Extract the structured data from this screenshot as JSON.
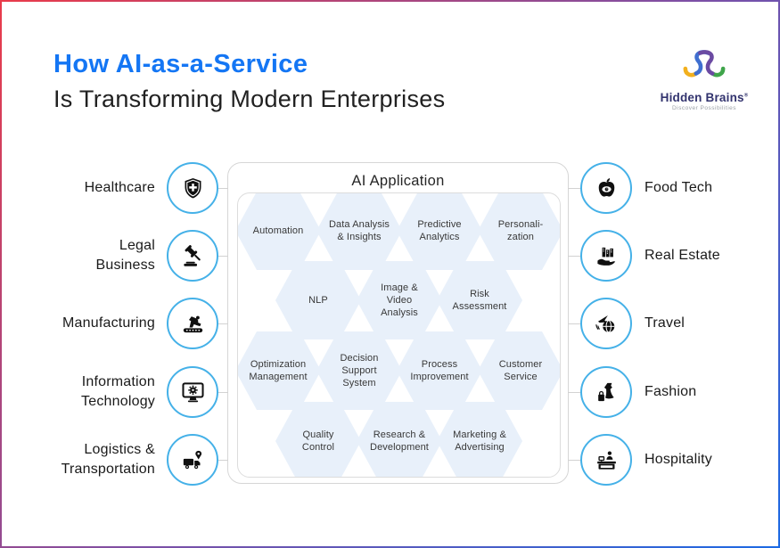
{
  "header": {
    "title_line1": "How AI-as-a-Service",
    "title_line2": "Is Transforming Modern Enterprises"
  },
  "logo": {
    "name": "Hidden Brains",
    "registered_mark": "®",
    "tagline": "Discover Possibilities"
  },
  "diagram": {
    "center_title": "AI Application",
    "hexagons": [
      "Automation",
      "Data Analysis\n& Insights",
      "Predictive\nAnalytics",
      "Personali-\nzation",
      "NLP",
      "Image &\nVideo\nAnalysis",
      "Risk\nAssessment",
      "Optimization\nManagement",
      "Decision\nSupport\nSystem",
      "Process\nImprovement",
      "Customer\nService",
      "Quality\nControl",
      "Research &\nDevelopment",
      "Marketing &\nAdvertising"
    ],
    "left_industries": [
      {
        "label": "Healthcare",
        "icon": "shield-cross-icon"
      },
      {
        "label": "Legal\nBusiness",
        "icon": "gavel-icon"
      },
      {
        "label": "Manufacturing",
        "icon": "robot-arm-icon"
      },
      {
        "label": "Information\nTechnology",
        "icon": "monitor-gear-icon"
      },
      {
        "label": "Logistics &\nTransportation",
        "icon": "truck-pin-icon"
      }
    ],
    "right_industries": [
      {
        "label": "Food Tech",
        "icon": "apple-eye-icon"
      },
      {
        "label": "Real Estate",
        "icon": "hand-buildings-icon"
      },
      {
        "label": "Travel",
        "icon": "plane-globe-icon"
      },
      {
        "label": "Fashion",
        "icon": "dress-bag-icon"
      },
      {
        "label": "Hospitality",
        "icon": "reception-desk-icon"
      }
    ]
  },
  "colors": {
    "title_accent": "#1476f4",
    "heading_text": "#212121",
    "hexagon_fill": "#e8f0fa",
    "circle_border": "#45b1e8",
    "box_border": "#d6d6d6",
    "connector": "#d2d2d2",
    "frame_gradient_start": "#e93b4a",
    "frame_gradient_mid": "#7d4fa5",
    "frame_gradient_end": "#1c6ae4",
    "logo_text": "#32336e",
    "logo_tagline": "#9aa0a6"
  }
}
